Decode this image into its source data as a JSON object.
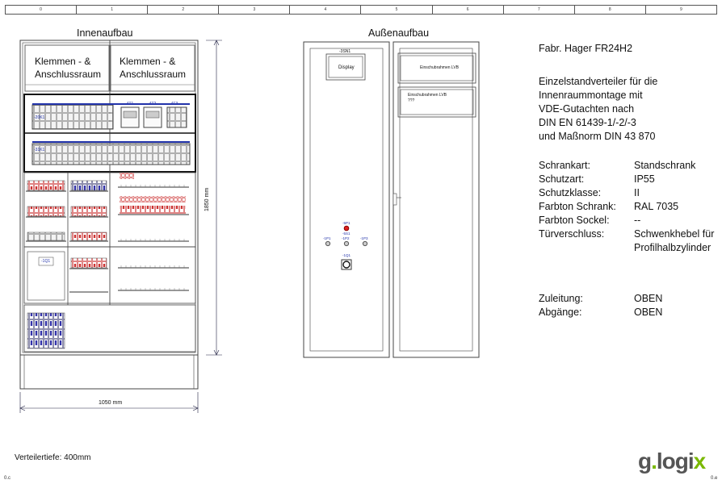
{
  "ruler": [
    "0",
    "1",
    "2",
    "3",
    "4",
    "5",
    "6",
    "7",
    "8",
    "9"
  ],
  "interior": {
    "title": "Innenaufbau",
    "terminal_left_1": "Klemmen - &",
    "terminal_left_2": "Anschlussraum",
    "terminal_right_1": "Klemmen - &",
    "terminal_right_2": "Anschlussraum",
    "dim_height": "1850 mm",
    "dim_width": "1050 mm",
    "labels": {
      "k1": "-20K1",
      "k2": "-31K1",
      "t1": "-4T1",
      "t2": "-4T2",
      "t3": "-4F3",
      "q1": "-1Q1"
    }
  },
  "exterior": {
    "title": "Außenaufbau",
    "display_tag": "-3SN1",
    "display_label": "Display",
    "frame1_label": "Einschubrahmen LVB",
    "frame2_label": "Einschubrahmen LVB",
    "frame2_sub": "???",
    "lamps": {
      "p1": "-5P1",
      "s1": "-5S1",
      "ip1": "-1P1",
      "ip2": "-1P2",
      "ip3": "-1P3",
      "iq1": "-1Q1"
    }
  },
  "specs": {
    "manufacturer": "Fabr. Hager FR24H2",
    "desc1": "Einzelstandverteiler für die",
    "desc2": "Innenraummontage mit",
    "desc3": "VDE-Gutachten nach",
    "desc4": "DIN EN 61439-1/-2/-3",
    "desc5": "und Maßnorm DIN 43 870",
    "rows": [
      {
        "label": "Schrankart:",
        "value": "Standschrank"
      },
      {
        "label": "Schutzart:",
        "value": "IP55"
      },
      {
        "label": "Schutzklasse:",
        "value": "II"
      },
      {
        "label": "Farbton Schrank:",
        "value": "RAL 7035"
      },
      {
        "label": "Farbton Sockel:",
        "value": "--"
      },
      {
        "label": "Türverschluss:",
        "value": "Schwenkhebel für"
      }
    ],
    "lock_value2": "Profilhalbzylinder",
    "feed_label": "Zuleitung:",
    "feed_value": "OBEN",
    "out_label": "Abgänge:",
    "out_value": "OBEN"
  },
  "depth": "Verteilertiefe: 400mm",
  "logo": {
    "g": "g",
    "dot": ".",
    "logi": "logi",
    "x": "x"
  },
  "corner_left": "0.c",
  "corner_right": "0.e"
}
